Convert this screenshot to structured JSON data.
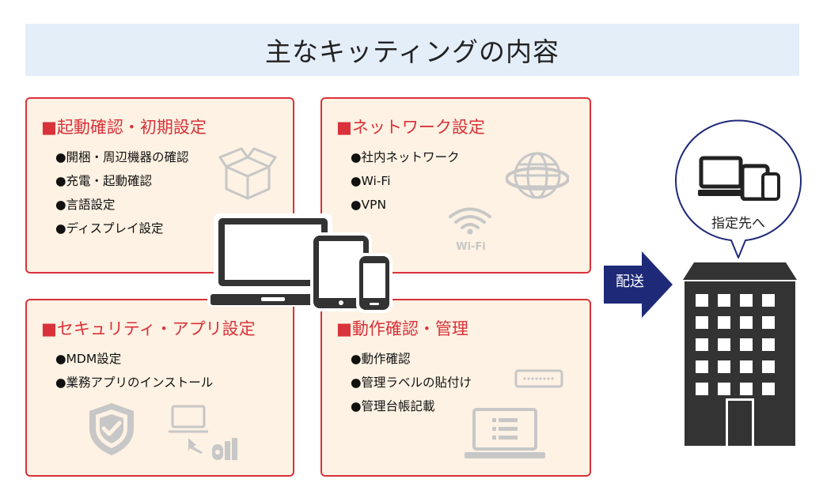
{
  "title": "主なキッティングの内容",
  "colors": {
    "accent": "#d9323a",
    "box_fill": "#fdf2e3",
    "title_fill": "#e4eef9",
    "dark": "#333333",
    "arrow": "#1e2a78",
    "icon_gray": "#c7c7c7"
  },
  "boxes": {
    "startup": {
      "title": "■起動確認・初期設定",
      "items": [
        "●開梱・周辺機器の確認",
        "●充電・起動確認",
        "●言語設定",
        "●ディスプレイ設定"
      ],
      "icon": "open-box-icon"
    },
    "network": {
      "title": "■ネットワーク設定",
      "items": [
        "●社内ネットワーク",
        "●Wi-Fi",
        "●VPN"
      ],
      "icons": [
        "globe-icon",
        "wifi-icon"
      ],
      "wifi_label": "Wi-Fi"
    },
    "security": {
      "title": "■セキュリティ・アプリ設定",
      "items": [
        "●MDM設定",
        "●業務アプリのインストール"
      ],
      "icons": [
        "shield-check-icon",
        "app-install-icon"
      ]
    },
    "operation": {
      "title": "■動作確認・管理",
      "items": [
        "●動作確認",
        "●管理ラベルの貼付け",
        "●管理台帳記載"
      ],
      "icons": [
        "label-tape-icon",
        "laptop-list-icon"
      ]
    }
  },
  "devices": [
    "laptop-icon",
    "tablet-icon",
    "smartphone-icon"
  ],
  "delivery": {
    "arrow_label": "配送",
    "bubble_label": "指定先へ",
    "building": "office-building-icon"
  }
}
